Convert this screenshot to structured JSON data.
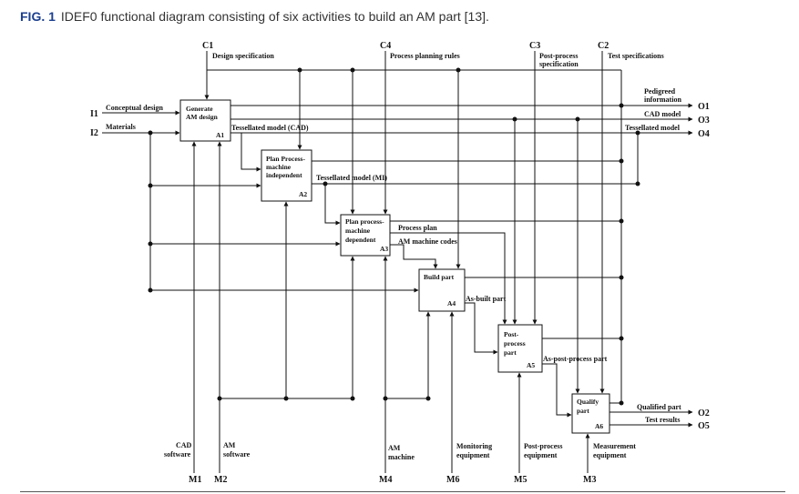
{
  "caption": {
    "fig_label": "FIG. 1",
    "text": "IDEF0 functional diagram consisting of six activities to build an AM part [13]."
  },
  "controls": {
    "c1": {
      "id": "C1",
      "label": "Design specification"
    },
    "c4": {
      "id": "C4",
      "label": "Process planning rules"
    },
    "c3": {
      "id": "C3",
      "label_1": "Post-process",
      "label_2": "specification"
    },
    "c2": {
      "id": "C2",
      "label": "Test specifications"
    }
  },
  "inputs": {
    "i1": {
      "id": "I1",
      "label": "Conceptual design"
    },
    "i2": {
      "id": "I2",
      "label": "Materials"
    }
  },
  "outputs": {
    "o1": {
      "id": "O1",
      "label_1": "Pedigreed",
      "label_2": "information"
    },
    "o3": {
      "id": "O3",
      "label": "CAD model"
    },
    "o4": {
      "id": "O4",
      "label": "Tessellated model"
    },
    "o2": {
      "id": "O2",
      "label": "Qualified part"
    },
    "o5": {
      "id": "O5",
      "label": "Test results"
    }
  },
  "mechanisms": {
    "m1": {
      "id": "M1",
      "label_1": "CAD",
      "label_2": "software"
    },
    "m2": {
      "id": "M2",
      "label_1": "AM",
      "label_2": "software"
    },
    "m4": {
      "id": "M4",
      "label_1": "AM",
      "label_2": "machine"
    },
    "m6": {
      "id": "M6",
      "label_1": "Monitoring",
      "label_2": "equipment"
    },
    "m5": {
      "id": "M5",
      "label_1": "Post-process",
      "label_2": "equipment"
    },
    "m3": {
      "id": "M3",
      "label_1": "Measurement",
      "label_2": "equipment"
    }
  },
  "activities": {
    "a1": {
      "line_1": "Generate",
      "line_2": "AM design",
      "code": "A1"
    },
    "a2": {
      "line_1": "Plan Process-",
      "line_2": "machine",
      "line_3": "independent",
      "code": "A2"
    },
    "a3": {
      "line_1": "Plan process-",
      "line_2": "machine",
      "line_3": "dependent",
      "code": "A3"
    },
    "a4": {
      "line_1": "Build part",
      "code": "A4"
    },
    "a5": {
      "line_1": "Post-",
      "line_2": "process",
      "line_3": "part",
      "code": "A5"
    },
    "a6": {
      "line_1": "Qualify",
      "line_2": "part",
      "code": "A6"
    }
  },
  "flows": {
    "tessellated_cad": "Tessellated model (CAD)",
    "tessellated_mi": "Tessellated model (MI)",
    "process_plan": "Process plan",
    "am_machine_codes": "AM machine codes",
    "as_built": "As-built part",
    "as_post_processed": "As-post-process part"
  }
}
